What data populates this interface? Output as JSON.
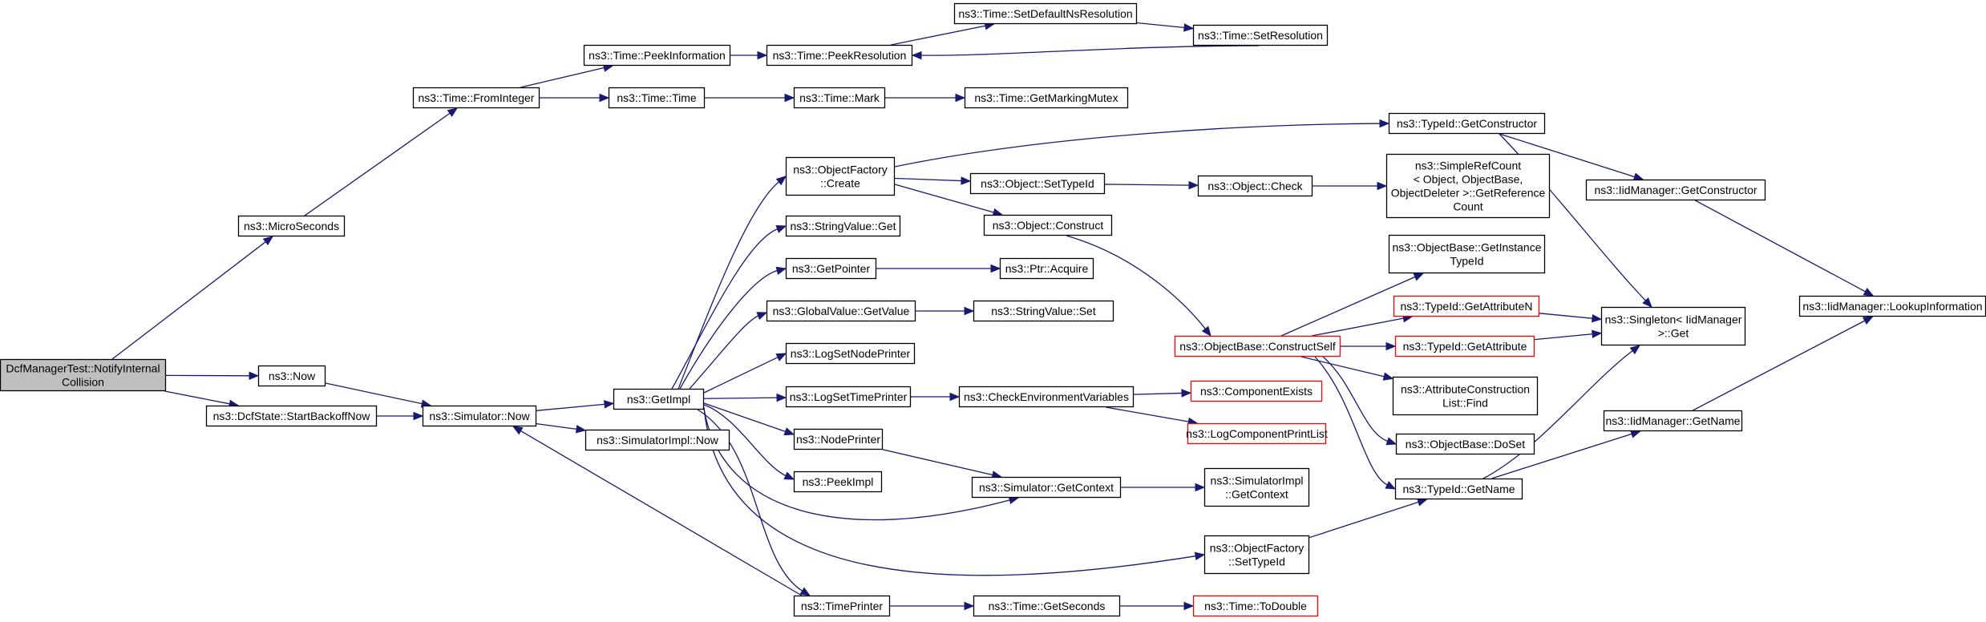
{
  "graph": {
    "nodes": [
      {
        "id": "root",
        "lines": [
          "DcfManagerTest::NotifyInternal",
          "Collision"
        ],
        "kind": "root"
      },
      {
        "id": "micro",
        "lines": [
          "ns3::MicroSeconds"
        ]
      },
      {
        "id": "now",
        "lines": [
          "ns3::Now"
        ]
      },
      {
        "id": "dcfstate",
        "lines": [
          "ns3::DcfState::StartBackoffNow"
        ]
      },
      {
        "id": "fromint",
        "lines": [
          "ns3::Time::FromInteger"
        ]
      },
      {
        "id": "simnow",
        "lines": [
          "ns3::Simulator::Now"
        ]
      },
      {
        "id": "peekinfo",
        "lines": [
          "ns3::Time::PeekInformation"
        ]
      },
      {
        "id": "timetime",
        "lines": [
          "ns3::Time::Time"
        ]
      },
      {
        "id": "getimpl",
        "lines": [
          "ns3::GetImpl"
        ]
      },
      {
        "id": "simimplnow",
        "lines": [
          "ns3::SimulatorImpl::Now"
        ]
      },
      {
        "id": "peekres",
        "lines": [
          "ns3::Time::PeekResolution"
        ]
      },
      {
        "id": "mark",
        "lines": [
          "ns3::Time::Mark"
        ]
      },
      {
        "id": "objfcreate",
        "lines": [
          "ns3::ObjectFactory",
          "::Create"
        ]
      },
      {
        "id": "strvalget",
        "lines": [
          "ns3::StringValue::Get"
        ]
      },
      {
        "id": "getpointer",
        "lines": [
          "ns3::GetPointer"
        ]
      },
      {
        "id": "globval",
        "lines": [
          "ns3::GlobalValue::GetValue"
        ]
      },
      {
        "id": "logsetnode",
        "lines": [
          "ns3::LogSetNodePrinter"
        ]
      },
      {
        "id": "logsettime",
        "lines": [
          "ns3::LogSetTimePrinter"
        ]
      },
      {
        "id": "nodeprinter",
        "lines": [
          "ns3::NodePrinter"
        ]
      },
      {
        "id": "peekimpl",
        "lines": [
          "ns3::PeekImpl"
        ]
      },
      {
        "id": "timeprinter",
        "lines": [
          "ns3::TimePrinter"
        ]
      },
      {
        "id": "setdefault",
        "lines": [
          "ns3::Time::SetDefaultNsResolution"
        ]
      },
      {
        "id": "setres",
        "lines": [
          "ns3::Time::SetResolution"
        ]
      },
      {
        "id": "getmarking",
        "lines": [
          "ns3::Time::GetMarkingMutex"
        ]
      },
      {
        "id": "settypeid",
        "lines": [
          "ns3::Object::SetTypeId"
        ]
      },
      {
        "id": "objconstruct",
        "lines": [
          "ns3::Object::Construct"
        ]
      },
      {
        "id": "ptracquire",
        "lines": [
          "ns3::Ptr::Acquire"
        ]
      },
      {
        "id": "strvalset",
        "lines": [
          "ns3::StringValue::Set"
        ]
      },
      {
        "id": "checkenv",
        "lines": [
          "ns3::CheckEnvironmentVariables"
        ]
      },
      {
        "id": "simgetctx",
        "lines": [
          "ns3::Simulator::GetContext"
        ]
      },
      {
        "id": "getseconds",
        "lines": [
          "ns3::Time::GetSeconds"
        ]
      },
      {
        "id": "objcheck",
        "lines": [
          "ns3::Object::Check"
        ]
      },
      {
        "id": "refcount",
        "lines": [
          "ns3::SimpleRefCount",
          "< Object, ObjectBase,",
          "ObjectDeleter >::GetReference",
          "Count"
        ]
      },
      {
        "id": "constructself",
        "lines": [
          "ns3::ObjectBase::ConstructSelf"
        ],
        "kind": "trunc"
      },
      {
        "id": "compexists",
        "lines": [
          "ns3::ComponentExists"
        ],
        "kind": "trunc"
      },
      {
        "id": "logcompprint",
        "lines": [
          "ns3::LogComponentPrintList"
        ],
        "kind": "trunc"
      },
      {
        "id": "simimplctx",
        "lines": [
          "ns3::SimulatorImpl",
          "::GetContext"
        ]
      },
      {
        "id": "objfsettid",
        "lines": [
          "ns3::ObjectFactory",
          "::SetTypeId"
        ]
      },
      {
        "id": "todouble",
        "lines": [
          "ns3::Time::ToDouble"
        ],
        "kind": "trunc"
      },
      {
        "id": "tidgetctor",
        "lines": [
          "ns3::TypeId::GetConstructor"
        ]
      },
      {
        "id": "getinstance",
        "lines": [
          "ns3::ObjectBase::GetInstance",
          "TypeId"
        ]
      },
      {
        "id": "getattrn",
        "lines": [
          "ns3::TypeId::GetAttributeN"
        ],
        "kind": "trunc"
      },
      {
        "id": "getattr",
        "lines": [
          "ns3::TypeId::GetAttribute"
        ],
        "kind": "trunc"
      },
      {
        "id": "attrfind",
        "lines": [
          "ns3::AttributeConstruction",
          "List::Find"
        ]
      },
      {
        "id": "doset",
        "lines": [
          "ns3::ObjectBase::DoSet"
        ]
      },
      {
        "id": "tidgetname",
        "lines": [
          "ns3::TypeId::GetName"
        ]
      },
      {
        "id": "iidgetctor",
        "lines": [
          "ns3::IidManager::GetConstructor"
        ]
      },
      {
        "id": "singleton",
        "lines": [
          "ns3::Singleton< IidManager",
          ">::Get"
        ]
      },
      {
        "id": "iidgetname",
        "lines": [
          "ns3::IidManager::GetName"
        ]
      },
      {
        "id": "lookup",
        "lines": [
          "ns3::IidManager::LookupInformation"
        ]
      }
    ],
    "edges": [
      [
        "root",
        "micro"
      ],
      [
        "root",
        "now"
      ],
      [
        "root",
        "dcfstate"
      ],
      [
        "micro",
        "fromint"
      ],
      [
        "now",
        "simnow"
      ],
      [
        "dcfstate",
        "simnow"
      ],
      [
        "fromint",
        "peekinfo"
      ],
      [
        "fromint",
        "timetime"
      ],
      [
        "simnow",
        "getimpl"
      ],
      [
        "simnow",
        "simimplnow"
      ],
      [
        "peekinfo",
        "peekres"
      ],
      [
        "timetime",
        "mark"
      ],
      [
        "getimpl",
        "objfcreate"
      ],
      [
        "getimpl",
        "strvalget"
      ],
      [
        "getimpl",
        "getpointer"
      ],
      [
        "getimpl",
        "globval"
      ],
      [
        "getimpl",
        "logsetnode"
      ],
      [
        "getimpl",
        "logsettime"
      ],
      [
        "getimpl",
        "nodeprinter"
      ],
      [
        "getimpl",
        "peekimpl"
      ],
      [
        "getimpl",
        "timeprinter"
      ],
      [
        "getimpl",
        "simgetctx"
      ],
      [
        "getimpl",
        "objfsettid"
      ],
      [
        "peekres",
        "setdefault"
      ],
      [
        "setdefault",
        "setres"
      ],
      [
        "setres",
        "peekres"
      ],
      [
        "mark",
        "getmarking"
      ],
      [
        "objfcreate",
        "tidgetctor"
      ],
      [
        "objfcreate",
        "settypeid"
      ],
      [
        "objfcreate",
        "objconstruct"
      ],
      [
        "getpointer",
        "ptracquire"
      ],
      [
        "globval",
        "strvalset"
      ],
      [
        "logsettime",
        "checkenv"
      ],
      [
        "nodeprinter",
        "simgetctx"
      ],
      [
        "timeprinter",
        "getseconds"
      ],
      [
        "timeprinter",
        "simnow"
      ],
      [
        "settypeid",
        "objcheck"
      ],
      [
        "objcheck",
        "refcount"
      ],
      [
        "objconstruct",
        "constructself"
      ],
      [
        "checkenv",
        "compexists"
      ],
      [
        "checkenv",
        "logcompprint"
      ],
      [
        "simgetctx",
        "simimplctx"
      ],
      [
        "objfsettid",
        "tidgetname"
      ],
      [
        "getseconds",
        "todouble"
      ],
      [
        "tidgetctor",
        "iidgetctor"
      ],
      [
        "tidgetctor",
        "singleton"
      ],
      [
        "constructself",
        "getinstance"
      ],
      [
        "constructself",
        "getattrn"
      ],
      [
        "constructself",
        "getattr"
      ],
      [
        "constructself",
        "attrfind"
      ],
      [
        "constructself",
        "doset"
      ],
      [
        "constructself",
        "tidgetname"
      ],
      [
        "getattrn",
        "singleton"
      ],
      [
        "getattr",
        "singleton"
      ],
      [
        "tidgetname",
        "singleton"
      ],
      [
        "tidgetname",
        "iidgetname"
      ],
      [
        "iidgetctor",
        "lookup"
      ],
      [
        "iidgetname",
        "lookup"
      ]
    ]
  }
}
